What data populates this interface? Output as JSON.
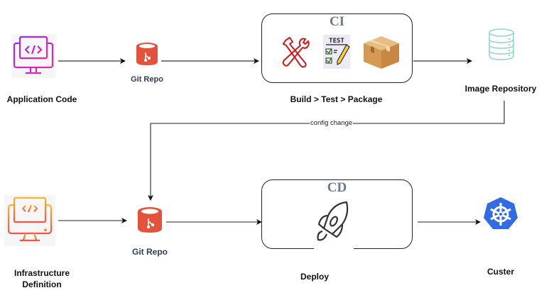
{
  "nodes": {
    "app_code": {
      "label": "Application Code",
      "icon": "code-monitor-icon"
    },
    "git_repo_top": {
      "label": "Git Repo",
      "icon": "git-repo-icon"
    },
    "ci": {
      "title": "CI",
      "caption": "Build > Test > Package",
      "icons": [
        "tools-icon",
        "test-checklist-icon",
        "package-box-icon"
      ]
    },
    "image_repo": {
      "label": "Image Repository",
      "icon": "database-icon"
    },
    "infra_def": {
      "label_line1": "Infrastructure",
      "label_line2": "Definition",
      "icon": "infra-monitor-icon"
    },
    "git_repo_bottom": {
      "label": "Git Repo",
      "icon": "git-repo-icon"
    },
    "cd": {
      "title": "CD",
      "caption": "Deploy",
      "icon": "rocket-icon"
    },
    "cluster": {
      "label": "Custer",
      "icon": "kubernetes-icon"
    }
  },
  "edges": {
    "config_change": {
      "label": "config change"
    }
  },
  "colors": {
    "git_red": "#e4523b",
    "k8s_blue": "#326ce5",
    "db_teal": "#8fd8d2",
    "tools_red": "#cc1a1a",
    "stage_title_gray": "#6b7b8c",
    "app_gradient_start": "#9b2cf0",
    "app_gradient_end": "#f0289a",
    "infra_gradient_start": "#f8b82b",
    "infra_gradient_end": "#f2524a"
  }
}
